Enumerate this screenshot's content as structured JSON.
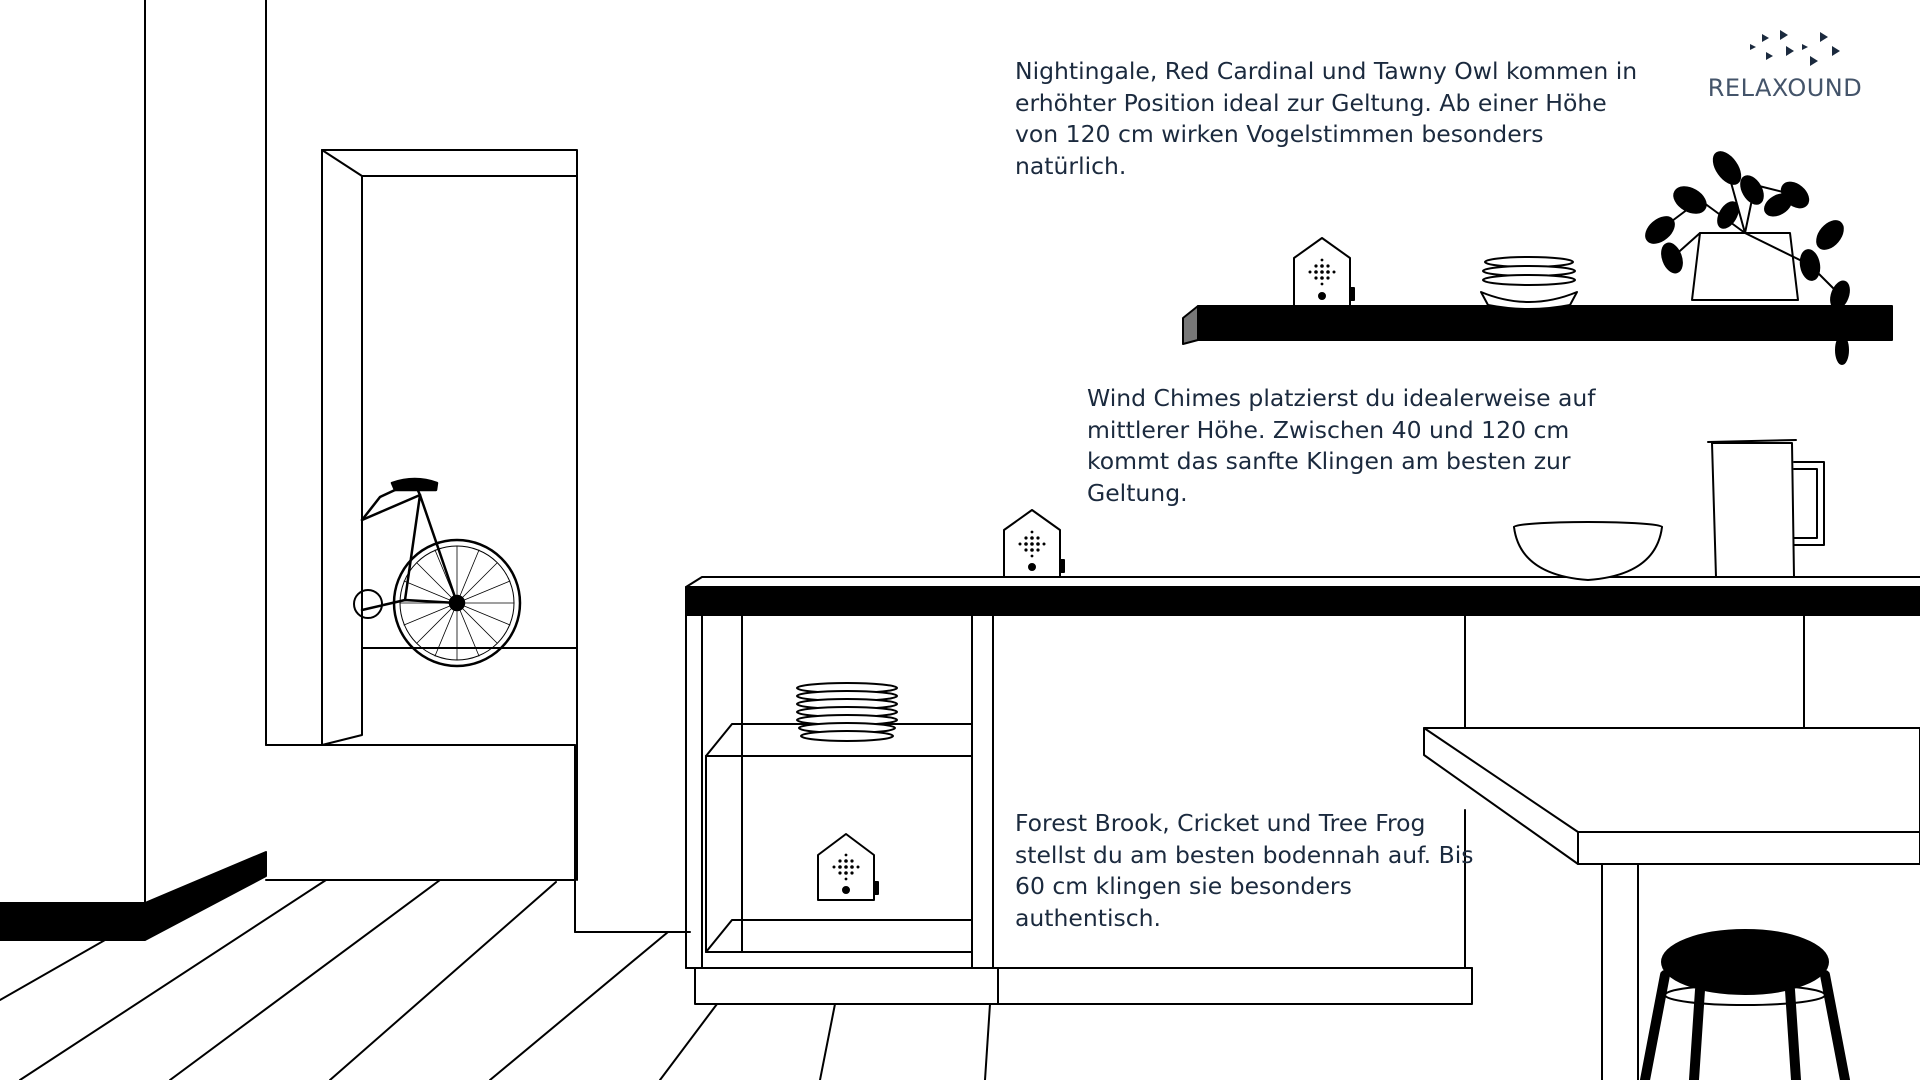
{
  "brand": {
    "name": "RELAXOUND",
    "icon": "triangle-flock-icon",
    "color": "#44546a"
  },
  "captions": {
    "top": "Nightingale, Red Cardinal und Tawny Owl kommen in erhöhter Position ideal zur Geltung. Ab einer Höhe von 120 cm wirken Vogelstimmen besonders natürlich.",
    "middle": "Wind Chimes platzierst du idealerweise auf mittlerer Höhe. Zwischen 40 und 120 cm kommt das sanfte Klingen am besten zur Geltung.",
    "bottom": "Forest Brook, Cricket und Tree Frog stellst du am besten bodennah auf. Bis 60 cm klingen sie besonders authentisch."
  },
  "colors": {
    "ink": "#000000",
    "text": "#1b2a3e",
    "background": "#ffffff"
  },
  "illustration": {
    "icons": [
      "speaker-box-icon",
      "bicycle-icon",
      "plant-icon",
      "bowl-icon",
      "jug-icon",
      "plate-stack-icon",
      "stool-icon"
    ]
  }
}
